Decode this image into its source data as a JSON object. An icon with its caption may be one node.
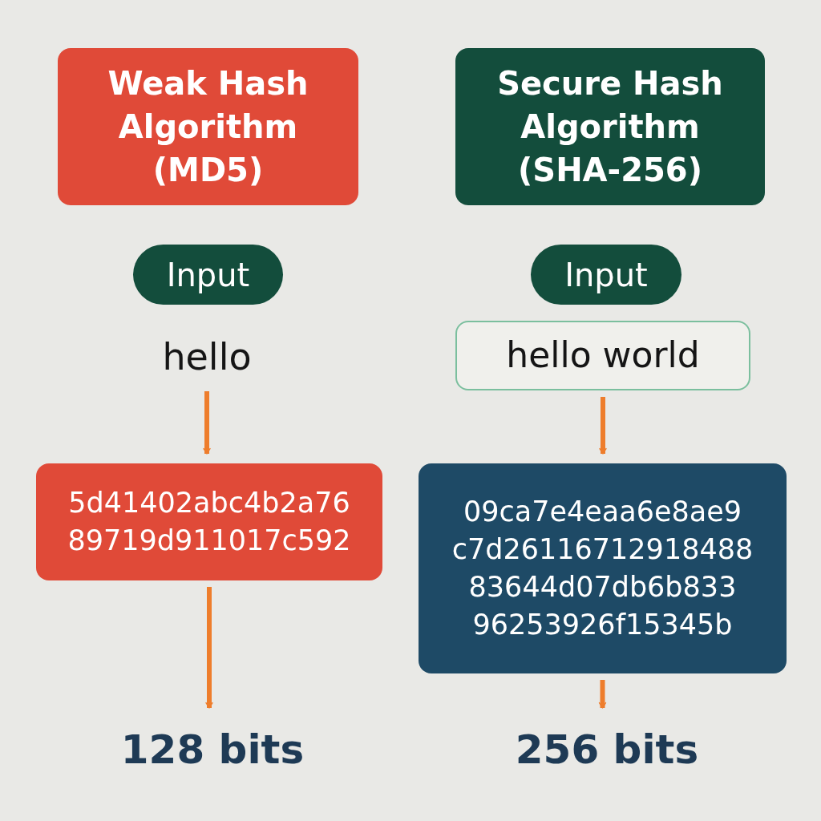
{
  "diagram": {
    "nodes": [
      {
        "text": [
          "Weak Hash Algorithm (MD5)"
        ]
      },
      {
        "text": [
          "Secure Hash Algorithm (SHA-256)"
        ]
      },
      {
        "text": [
          "Input"
        ]
      },
      {
        "text": [
          "Input"
        ]
      },
      {
        "text": [
          "hello"
        ]
      },
      {
        "text": [
          "hello world"
        ]
      },
      {
        "text": [
          "5d41402abc4b2a76 89719d911017c592"
        ]
      },
      {
        "text": [
          "09ca7e4eaa6e8ae9 c7d26116712918488 83644d07db6b833 96253926f15345b"
        ]
      },
      {
        "text": [
          "128 bits"
        ]
      },
      {
        "text": [
          "256 bits"
        ]
      }
    ],
    "edges": [
      {
        "from": 4,
        "to": 6,
        "arrow": "to"
      },
      {
        "from": 6,
        "to": 8,
        "arrow": "to"
      },
      {
        "from": 5,
        "to": 7,
        "arrow": "to"
      },
      {
        "from": 7,
        "to": 9,
        "arrow": "to"
      }
    ]
  }
}
